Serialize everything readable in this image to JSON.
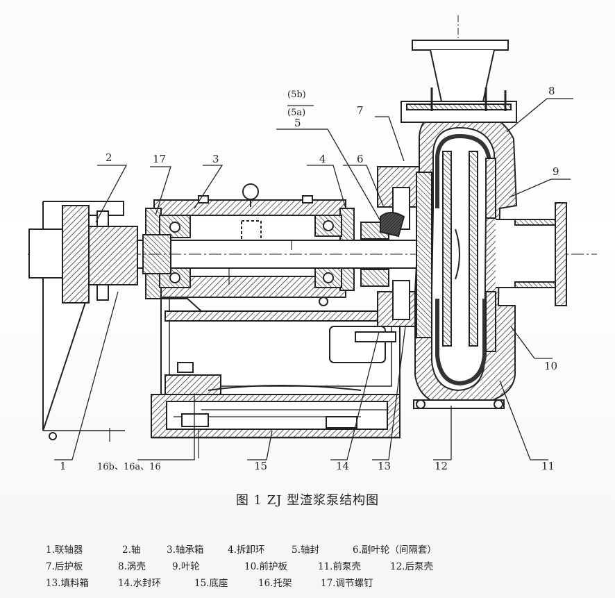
{
  "callouts": {
    "c1": "1",
    "c2": "2",
    "c3": "3",
    "c4": "4",
    "c5": "5",
    "c5b": "(5b)",
    "c5a": "(5a)",
    "c6": "6",
    "c7": "7",
    "c8": "8",
    "c9": "9",
    "c10": "10",
    "c11": "11",
    "c12": "12",
    "c13": "13",
    "c14": "14",
    "c15": "15",
    "c16": "16b、16a、16",
    "c17": "17"
  },
  "caption": "图 1   ZJ 型渣浆泵结构图",
  "legend": {
    "row1": [
      "1.联轴器",
      "2.轴",
      "3.轴承箱",
      "4.拆卸环",
      "5.轴封",
      "6.副叶轮（间隔套）"
    ],
    "row2": [
      "7.后护板",
      "8.涡壳",
      "9.叶轮",
      "10.前护板",
      "11.前泵壳",
      "12.后泵壳"
    ],
    "row3": [
      "13.填料箱",
      "14.水封环",
      "15.底座",
      "16.托架",
      "17.调节螺钉"
    ]
  },
  "colors": {
    "ink": "#222222",
    "hatch": "#333333",
    "paper": "#ffffff"
  }
}
